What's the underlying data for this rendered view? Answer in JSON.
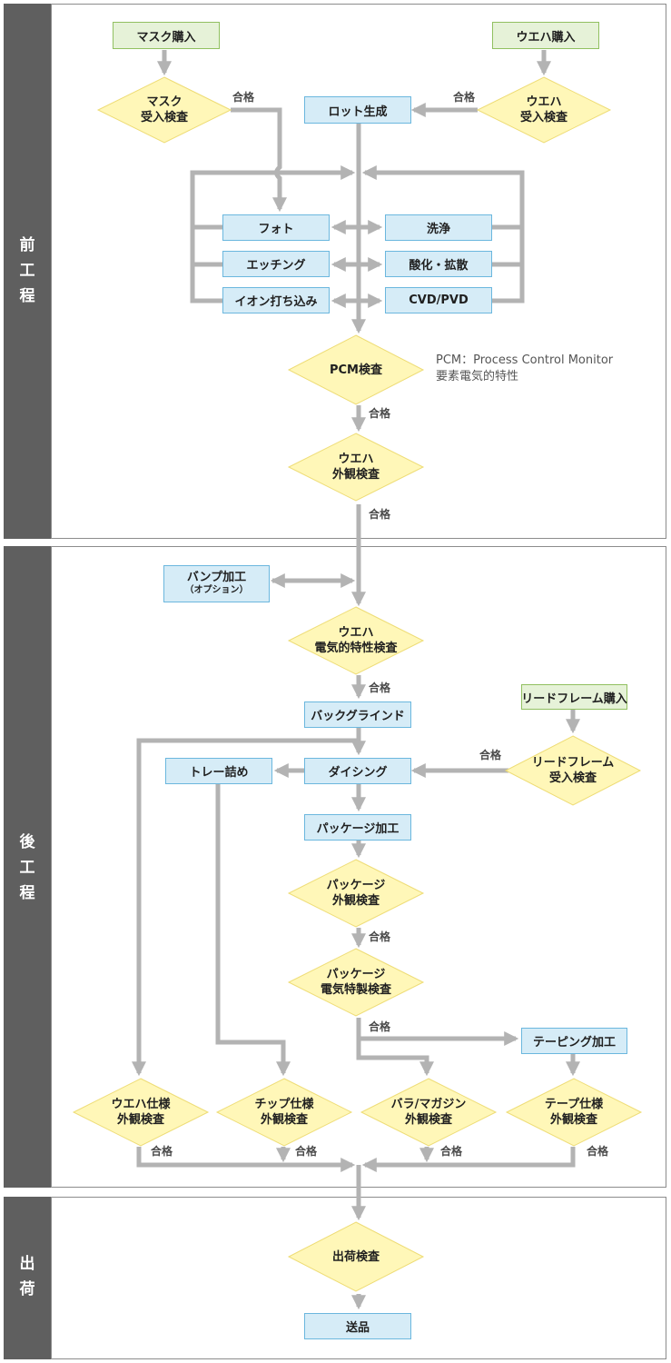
{
  "sections": {
    "front": [
      "前",
      "工",
      "程"
    ],
    "back": [
      "後",
      "工",
      "程"
    ],
    "ship": [
      "出",
      "荷"
    ]
  },
  "pass_label": "合格",
  "nodes": {
    "mask_buy": "マスク購入",
    "wafer_buy": "ウエハ購入",
    "mask_insp": [
      "マスク",
      "受入検査"
    ],
    "wafer_insp": [
      "ウエハ",
      "受入検査"
    ],
    "lot": "ロット生成",
    "photo": "フォト",
    "clean": "洗浄",
    "etch": "エッチング",
    "oxid": "酸化・拡散",
    "ion": "イオン打ち込み",
    "cvd": "CVD/PVD",
    "pcm": "PCM検査",
    "wafer_visual": [
      "ウエハ",
      "外観検査"
    ],
    "bump": [
      "バンプ加工",
      "（オプション）"
    ],
    "wafer_elec": [
      "ウエハ",
      "電気的特性検査"
    ],
    "backgrind": "バックグラインド",
    "lf_buy": "リードフレーム購入",
    "lf_insp": [
      "リードフレーム",
      "受入検査"
    ],
    "dicing": "ダイシング",
    "tray": "トレー詰め",
    "package": "パッケージ加工",
    "pkg_visual": [
      "パッケージ",
      "外観検査"
    ],
    "pkg_elec": [
      "パッケージ",
      "電気特製検査"
    ],
    "taping": "テーピング加工",
    "wafer_spec": [
      "ウエハ仕様",
      "外観検査"
    ],
    "chip_spec": [
      "チップ仕様",
      "外観検査"
    ],
    "bara": [
      "バラ/マガジン",
      "外観検査"
    ],
    "tape_spec": [
      "テープ仕様",
      "外観検査"
    ],
    "ship_insp": "出荷検査",
    "send": "送品"
  },
  "pcm_note": [
    "PCM：Process Control Monitor",
    "要素電気的特性"
  ],
  "colors": {
    "sidebar": "#5f5f5f",
    "process_box": "#d6ecf7",
    "purchase_box": "#e6f2d8",
    "inspection_diamond": "#fff7b8",
    "arrow": "#b3b3b3"
  }
}
